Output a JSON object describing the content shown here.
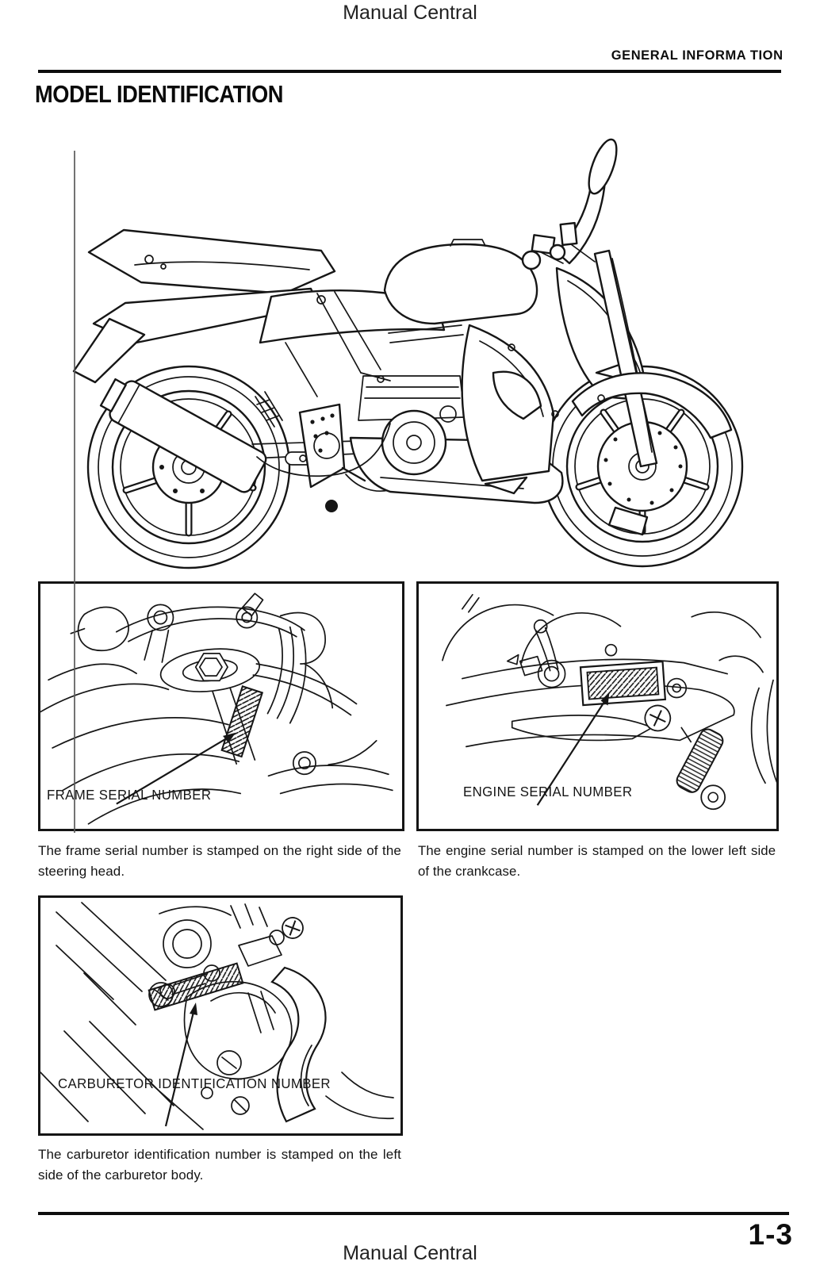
{
  "header": {
    "watermark_top": "Manual Central",
    "section": "GENERAL INFORMA TION",
    "title": "MODEL IDENTIFICATION"
  },
  "figures": {
    "frame": {
      "label": "FRAME SERIAL NUMBER",
      "caption": "The frame serial number is stamped on the right side of the steering head."
    },
    "engine": {
      "label": "ENGINE SERIAL NUMBER",
      "caption": "The engine serial number is stamped on the lower left side of the crankcase."
    },
    "carburetor": {
      "label": "CARBURETOR IDENTIFICATION NUMBER",
      "caption": "The carburetor identification number is stamped on the left side of the carburetor body."
    }
  },
  "footer": {
    "page_number": "1-3",
    "watermark_bottom": "Manual Central"
  },
  "colors": {
    "ink": "#161616",
    "paper": "#ffffff"
  }
}
